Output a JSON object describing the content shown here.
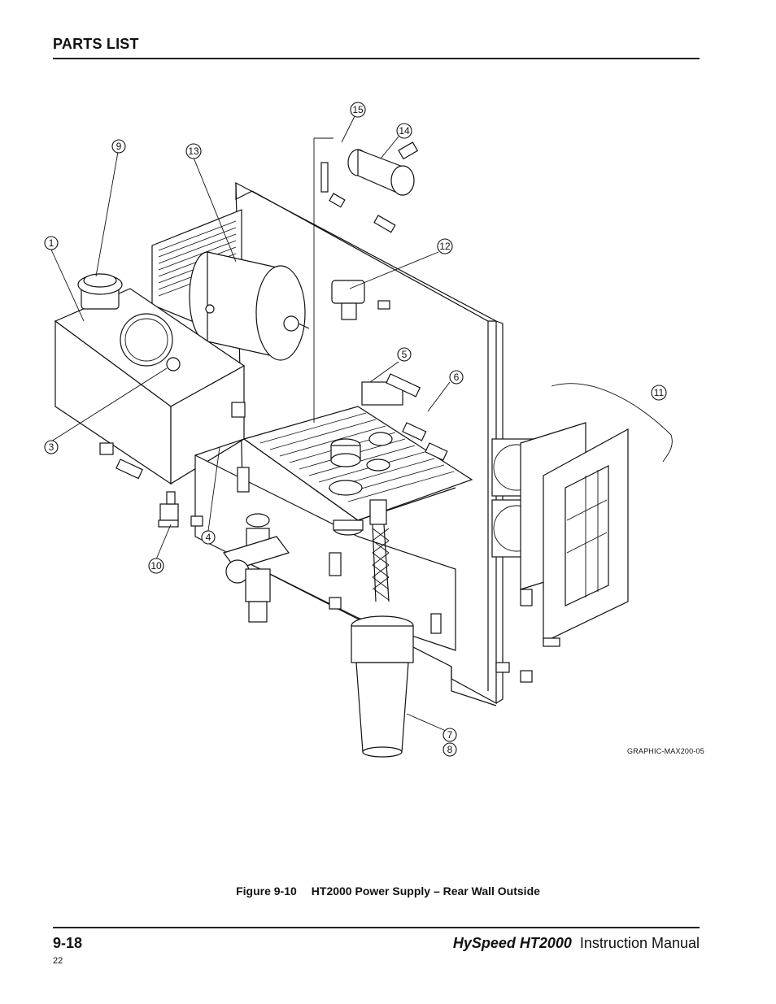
{
  "header": {
    "section_title": "PARTS LIST"
  },
  "figure": {
    "caption_number": "Figure 9-10",
    "caption_title": "HT2000 Power Supply – Rear Wall Outside",
    "graphic_id": "GRAPHIC-MAX200-05",
    "callouts": [
      "1",
      "3",
      "4",
      "5",
      "6",
      "7",
      "8",
      "9",
      "10",
      "11",
      "12",
      "13",
      "14",
      "15"
    ]
  },
  "footer": {
    "page_number": "9-18",
    "brand": "HySpeed HT2000",
    "manual_label": "Instruction Manual",
    "sheet_number": "22"
  }
}
